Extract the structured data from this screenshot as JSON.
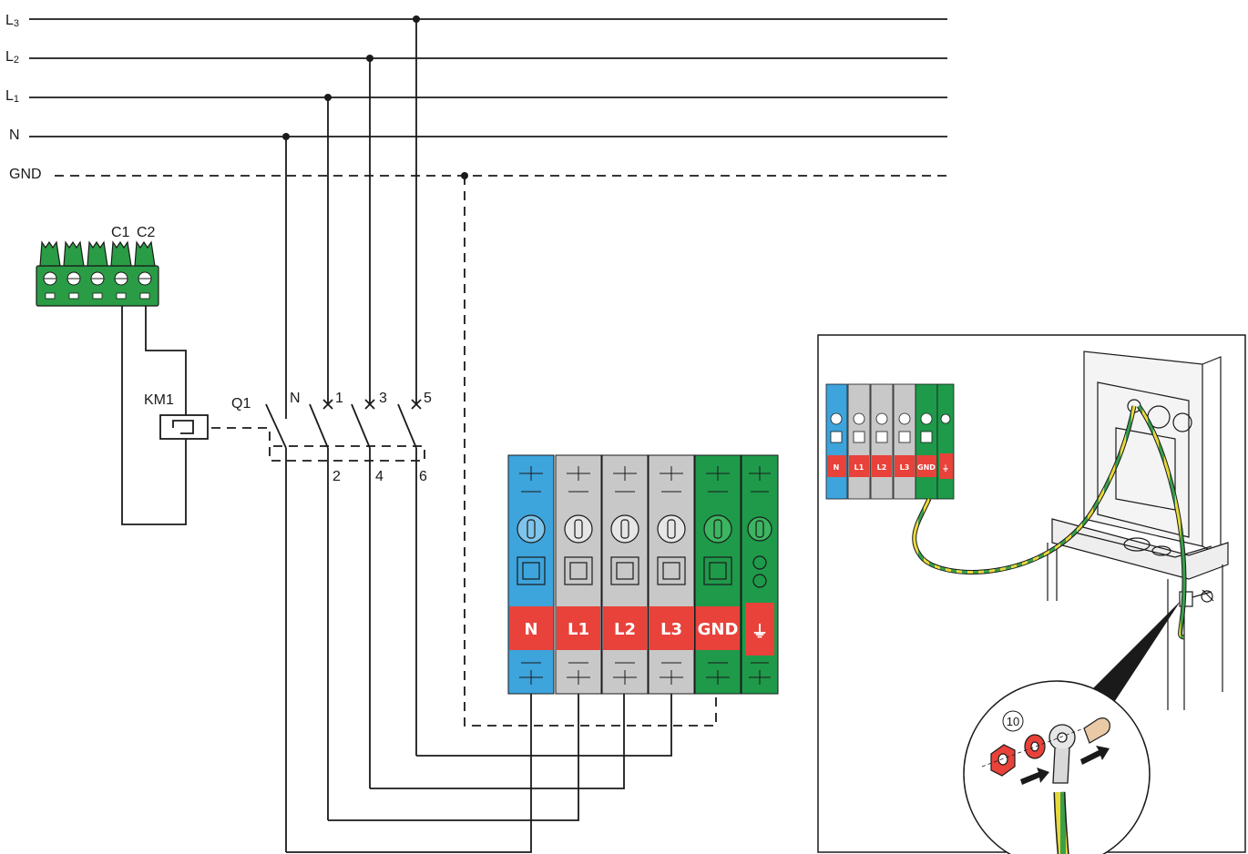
{
  "bus_labels": {
    "l3_main": "L",
    "l3_sub": "3",
    "l2_main": "L",
    "l2_sub": "2",
    "l1_main": "L",
    "l1_sub": "1",
    "n": "N",
    "gnd": "GND"
  },
  "connector_labels": {
    "c1": "C1",
    "c2": "C2"
  },
  "contactor_label": "KM1",
  "breaker": {
    "label": "Q1",
    "top_pins": [
      "N",
      "1",
      "3",
      "5"
    ],
    "bottom_pins": [
      "2",
      "4",
      "6"
    ]
  },
  "terminal_block": {
    "labels": [
      "N",
      "L1",
      "L2",
      "L3",
      "GND"
    ],
    "earth_symbol": "⏚",
    "colors": {
      "neutral": "#3da4dc",
      "phase": "#c8c8c8",
      "ground": "#1e9a4a",
      "label_bg": "#e8423a"
    }
  },
  "inset": {
    "terminal_labels": [
      "N",
      "L1",
      "L2",
      "L3",
      "GND"
    ],
    "step_number": "10"
  }
}
